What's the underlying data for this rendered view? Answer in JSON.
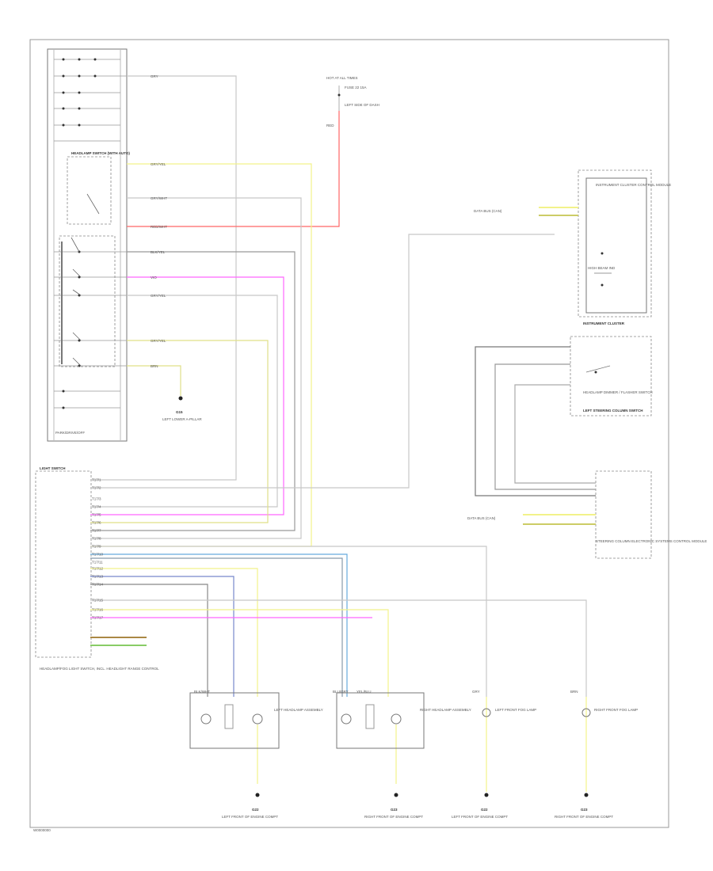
{
  "title": "",
  "colors": {
    "wire_grey": "#c8c8c8",
    "wire_dark": "#888888",
    "wire_red": "#ff6666",
    "wire_yellow": "#f2f28a",
    "wire_pink": "#ff66ff",
    "wire_blue": "#66aadd",
    "wire_green": "#88cc66",
    "wire_brown": "#aa8844"
  },
  "footer": {
    "code": "W0000000"
  },
  "components": {
    "headlamp_switch": {
      "label": "HEADLAMP SWITCH (WITH AUTO)",
      "sub_label": "PARK/DRIVE/OFF"
    },
    "fuse_box": {
      "label": "HOT AT ALL TIMES",
      "fuse": "FUSE 22 15A",
      "sub": "LEFT SIDE OF DASH"
    },
    "light_switch_module": {
      "label": "LIGHT SWITCH",
      "desc": "HEADLAMP/FOG LIGHT SWITCH, INCL. HEADLIGHT RANGE CONTROL"
    },
    "instrument_cluster": {
      "label": "INSTRUMENT CLUSTER",
      "desc": "INSTRUMENT CLUSTER CONTROL MODULE",
      "indicator": "HIGH BEAM IND"
    },
    "data_bus_1": {
      "label": "DATA BUS (CAN)"
    },
    "data_bus_2": {
      "label": "DATA BUS (CAN)"
    },
    "steering_module": {
      "label": "STEERING COLUMN ELECTRONIC SYSTEMS CONTROL MODULE"
    },
    "multifunction_switch": {
      "label": "LEFT STEERING COLUMN SWITCH",
      "desc": "HEADLAMP DIMMER / FLASHER SWITCH"
    },
    "ground_g1": {
      "label": "G15",
      "desc": "LEFT LOWER A-PILLAR"
    },
    "left_headlamp": {
      "label": "LEFT HEADLAMP ASSEMBLY"
    },
    "right_headlamp": {
      "label": "RIGHT HEADLAMP ASSEMBLY"
    },
    "left_fog": {
      "label": "LEFT FRONT FOG LAMP"
    },
    "right_fog": {
      "label": "RIGHT FRONT FOG LAMP"
    },
    "ground_g2": {
      "label": "G22",
      "desc": "LEFT FRONT OF ENGINE COMPT"
    },
    "ground_g3": {
      "label": "G23",
      "desc": "RIGHT FRONT OF ENGINE COMPT"
    },
    "ground_g4": {
      "label": "G22",
      "desc": "LEFT FRONT OF ENGINE COMPT"
    },
    "ground_g5": {
      "label": "G23",
      "desc": "RIGHT FRONT OF ENGINE COMPT"
    }
  },
  "wire_labels": {
    "w1": "GRY",
    "w2": "GRY/YEL",
    "w3": "GRY/WHT",
    "w4": "RED/WHT",
    "w5": "BLK/YEL",
    "w6": "VIO",
    "w7": "GRY/YEL",
    "w8": "GRY/YEL",
    "w9": "BRN",
    "w10": "RED",
    "w11": "BLU/GRY",
    "w12": "YEL/BLU",
    "w13": "BLK/WHT",
    "w14": "GRY",
    "w15": "BRN"
  },
  "pin_labels": [
    "T17/1",
    "T17/2",
    "T17/3",
    "T17/4",
    "T17/5",
    "T17/6",
    "T17/7",
    "T17/8",
    "T17/9",
    "T17/10",
    "T17/11",
    "T17/12",
    "T17/13",
    "T17/14",
    "T17/15",
    "T17/16",
    "T17/17"
  ]
}
